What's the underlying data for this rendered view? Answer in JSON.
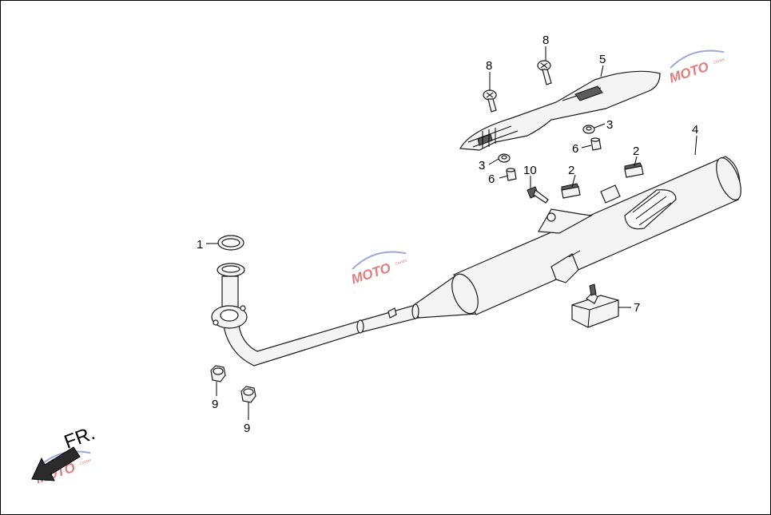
{
  "callouts": [
    {
      "id": "c1",
      "text": "1"
    },
    {
      "id": "c2a",
      "text": "2"
    },
    {
      "id": "c2b",
      "text": "2"
    },
    {
      "id": "c3a",
      "text": "3"
    },
    {
      "id": "c3b",
      "text": "3"
    },
    {
      "id": "c4",
      "text": "4"
    },
    {
      "id": "c5",
      "text": "5"
    },
    {
      "id": "c6a",
      "text": "6"
    },
    {
      "id": "c6b",
      "text": "6"
    },
    {
      "id": "c7",
      "text": "7"
    },
    {
      "id": "c8a",
      "text": "8"
    },
    {
      "id": "c8b",
      "text": "8"
    },
    {
      "id": "c9a",
      "text": "9"
    },
    {
      "id": "c9b",
      "text": "9"
    },
    {
      "id": "c10",
      "text": "10"
    }
  ],
  "direction_label": "FR.",
  "watermark": {
    "text": "MOTO",
    "sub": "Centre"
  },
  "colors": {
    "line": "#1a1a1a",
    "arrow": "#2b2b2b",
    "watermark_red": "#d9534f",
    "watermark_blue": "#7a8ccf"
  }
}
